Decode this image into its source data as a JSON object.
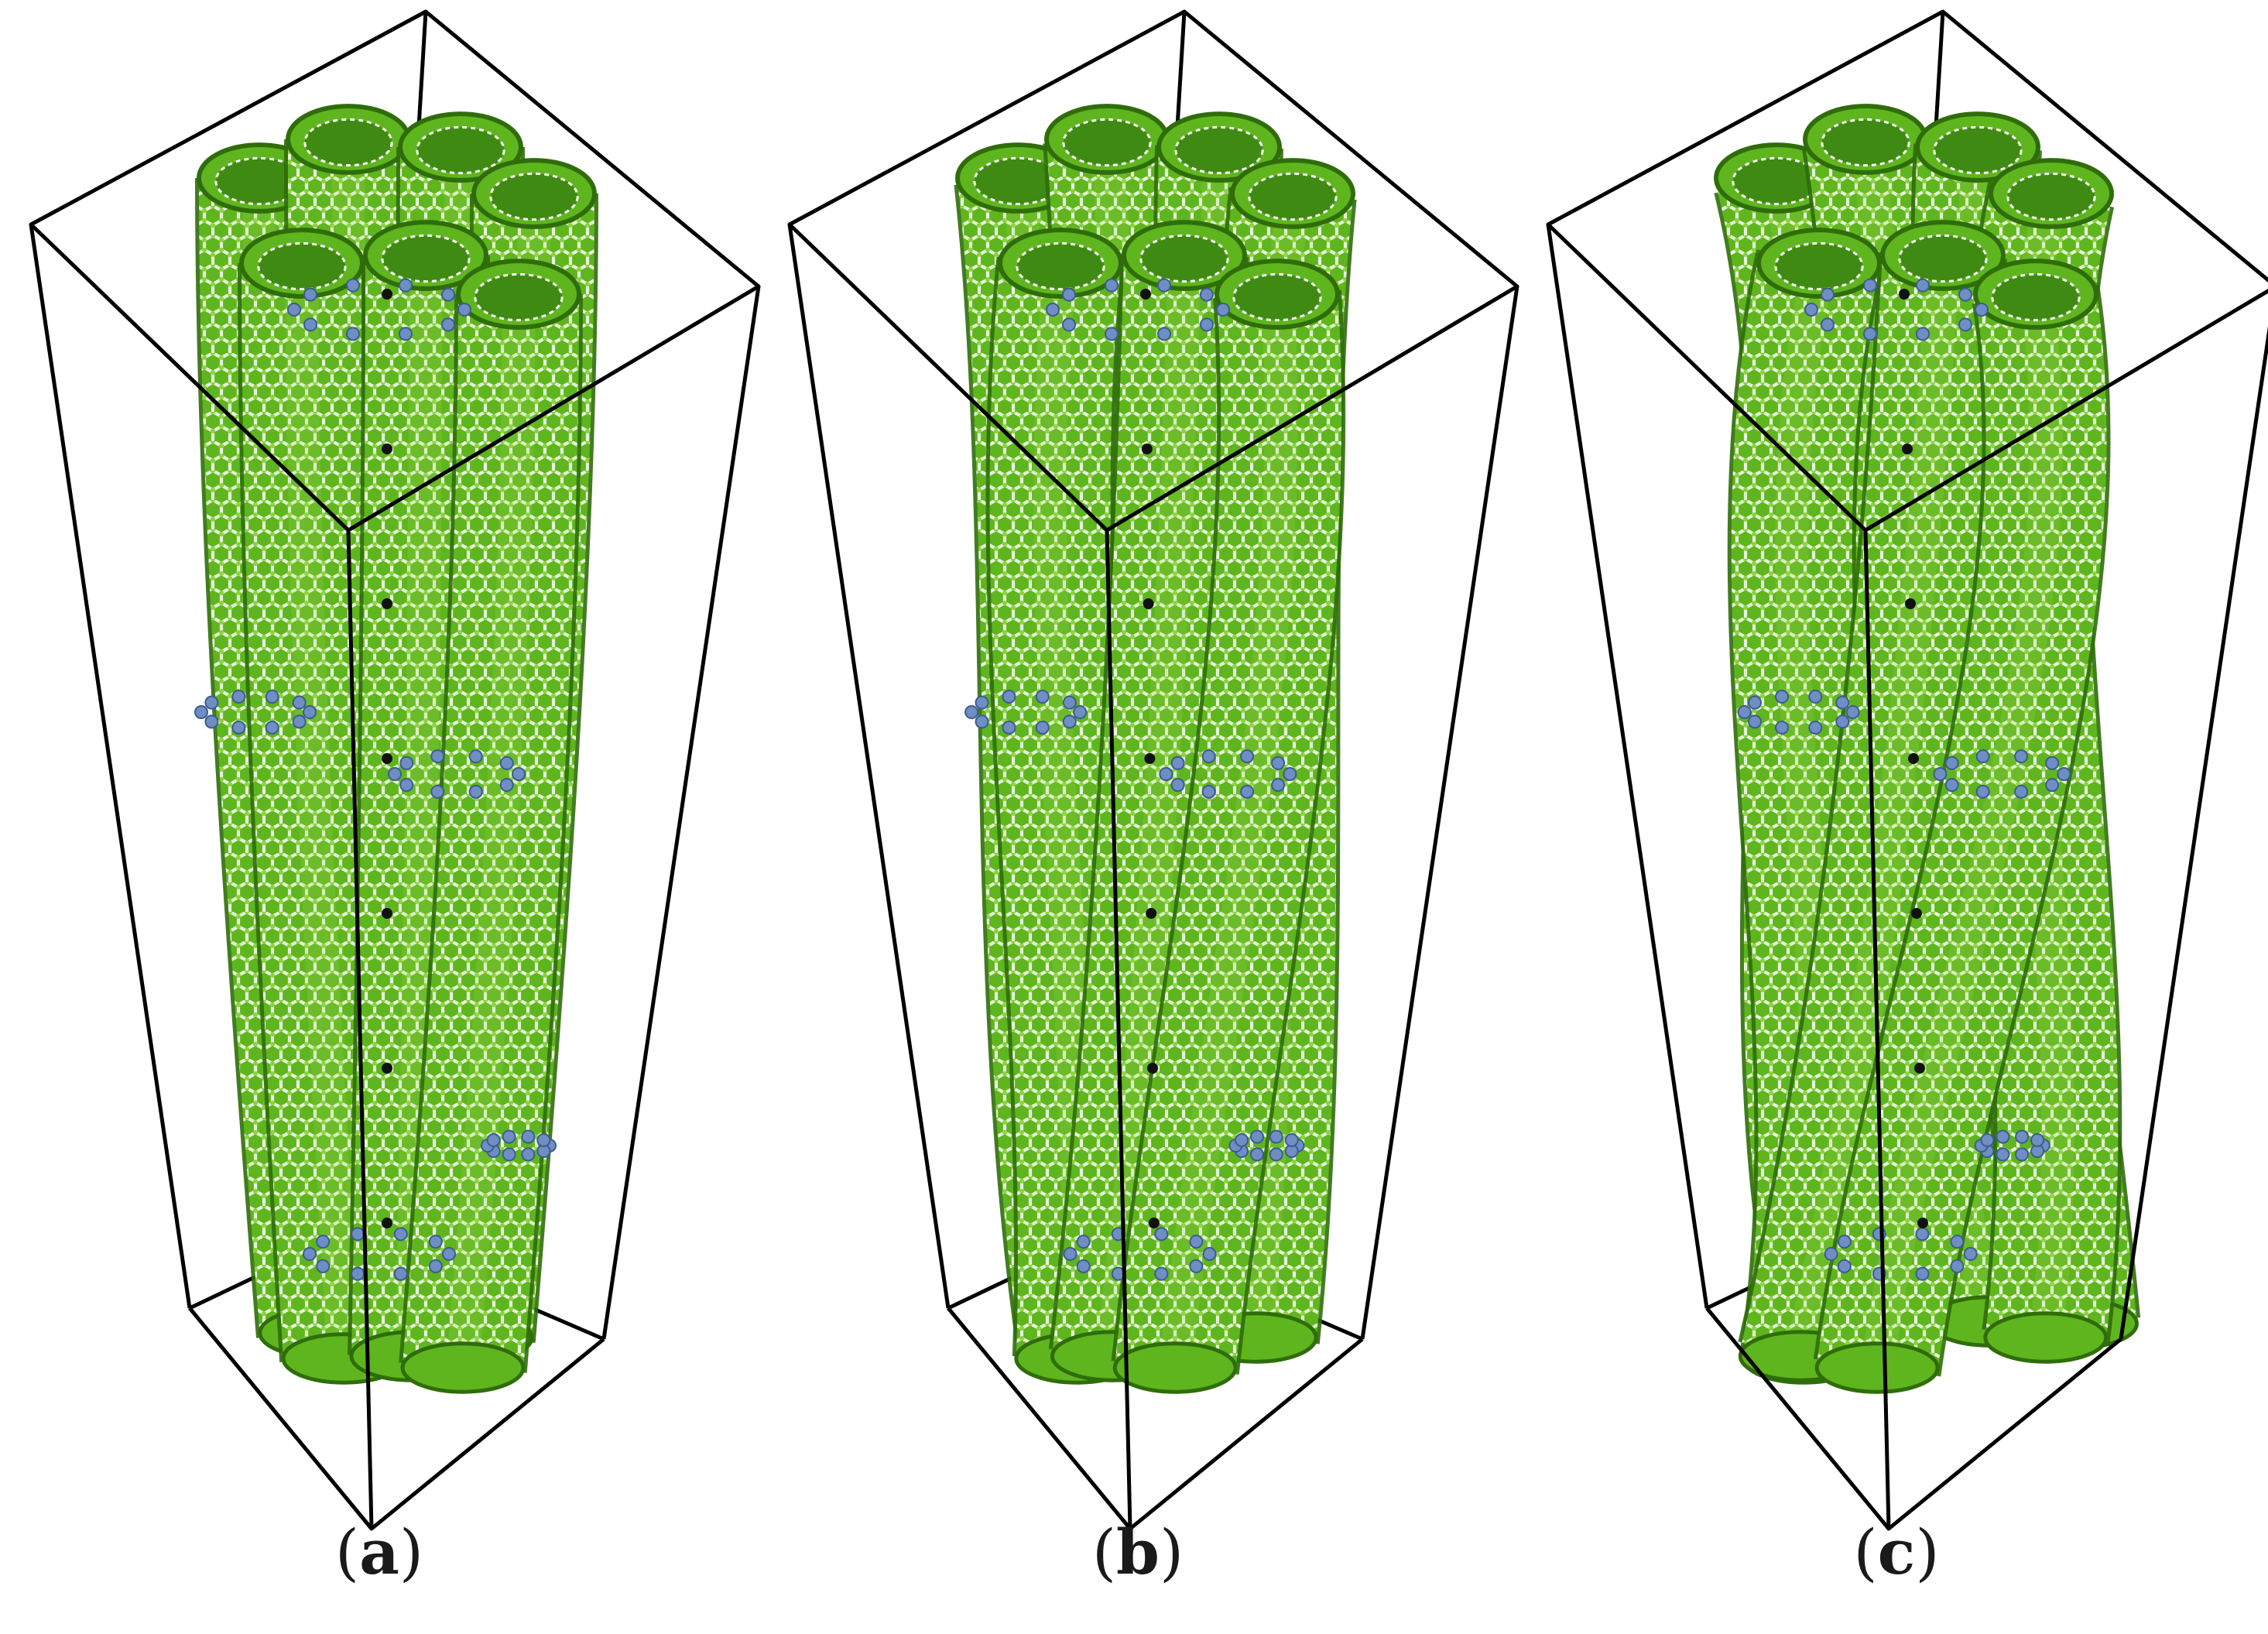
{
  "figure": {
    "panels": [
      {
        "label": "a",
        "twist": 0.0
      },
      {
        "label": "b",
        "twist": 0.45
      },
      {
        "label": "c",
        "twist": 1.0
      }
    ]
  },
  "colors": {
    "background": "#ffffff",
    "tube_green": "#5fb51e",
    "tube_dark": "#2f6d0a",
    "tube_light": "#a6e05a",
    "defect_blue": "#6f8fc4",
    "box_line": "#000000",
    "caption_text": "#1a1a1a"
  }
}
